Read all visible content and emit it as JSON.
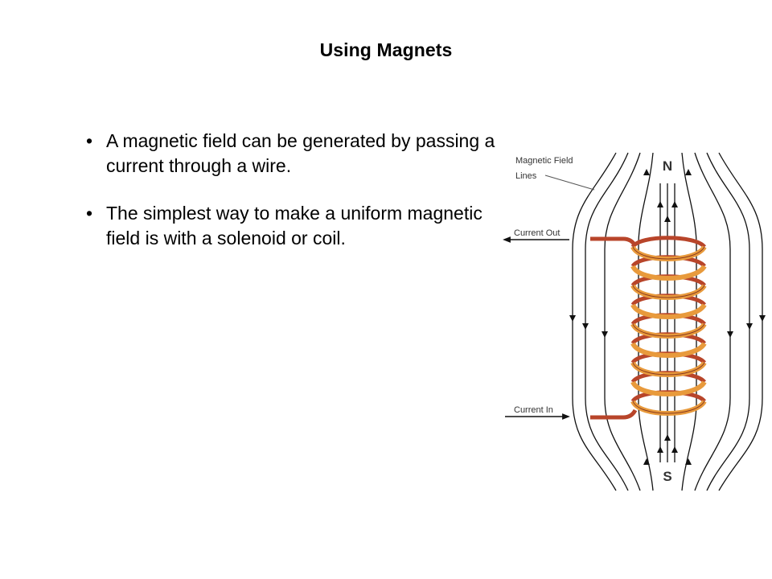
{
  "slide": {
    "title": "Using Magnets",
    "bullets": [
      "A magnetic field can be generated by passing a current through a wire.",
      "The simplest way to make a uniform magnetic field is with a solenoid or coil."
    ]
  },
  "diagram": {
    "labels": {
      "field_lines_1": "Magnetic Field",
      "field_lines_2": "Lines",
      "current_out": "Current Out",
      "current_in": "Current In",
      "north": "N",
      "south": "S"
    },
    "colors": {
      "coil_front": "#e89a3c",
      "coil_back": "#b8452a",
      "lines": "#111111",
      "label_text": "#333333"
    }
  }
}
